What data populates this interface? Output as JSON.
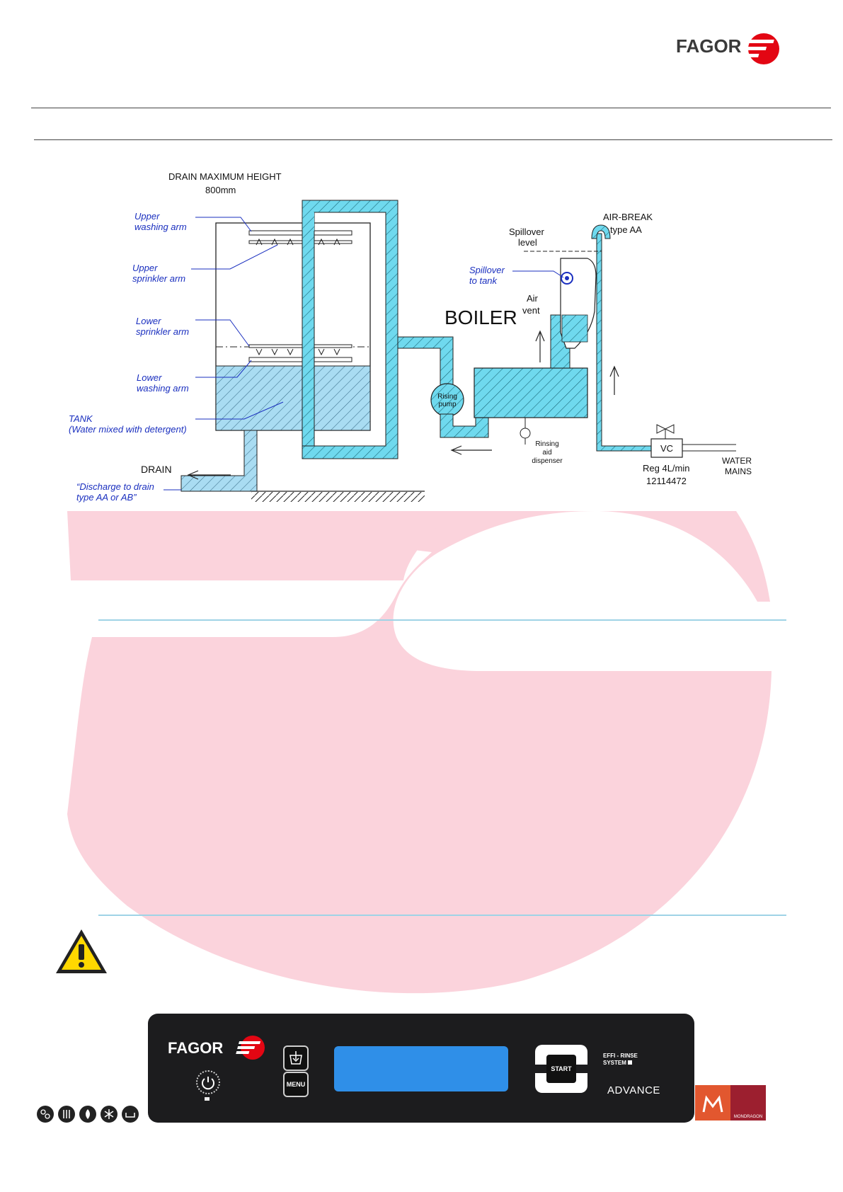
{
  "brand": {
    "name": "FAGOR",
    "red": "#e30613",
    "watermark_pink": "#fbd3dc"
  },
  "diagram": {
    "drain_max_height": [
      "DRAIN MAXIMUM HEIGHT",
      "800mm"
    ],
    "labels": {
      "upper_washing_arm": [
        "Upper",
        "washing arm"
      ],
      "upper_sprinkler_arm": [
        "Upper",
        "sprinkler arm"
      ],
      "lower_sprinkler_arm": [
        "Lower",
        "sprinkler arm"
      ],
      "lower_washing_arm": [
        "Lower",
        "washing arm"
      ],
      "tank": [
        "TANK",
        "(Water mixed with detergent)"
      ],
      "drain": "DRAIN",
      "discharge": [
        "“Discharge to drain",
        "type AA or AB”"
      ],
      "boiler": "BOILER",
      "rising_pump": [
        "Rising",
        "pump"
      ],
      "rinsing_aid": [
        "Rinsing",
        "aid",
        "dispenser"
      ],
      "spillover_level": [
        "Spillover",
        "level"
      ],
      "spillover_to_tank": [
        "Spillover",
        "to tank"
      ],
      "air_vent": [
        "Air",
        "vent"
      ],
      "air_break": [
        "AIR-BREAK",
        "type AA"
      ],
      "vc": "VC",
      "reg": [
        "Reg 4L/min",
        "12114472"
      ],
      "water_mains": [
        "WATER",
        "MAINS"
      ]
    },
    "colors": {
      "water": "#6fd9ee",
      "water_dark": "#39c2de",
      "tank_water": "#a9dcf2",
      "label_blue": "#1a2fbf",
      "line": "#222222"
    }
  },
  "panel": {
    "brand": "FAGOR",
    "menu_label": "MENU",
    "start_label": "START",
    "effi_rinse": [
      "EFFI - RINSE",
      "SYSTEM"
    ],
    "advance": "ADVANCE",
    "lcd_color": "#2f8fe8"
  },
  "footer": {
    "mondragon": "MONDRAGON",
    "mode_icons": [
      "dishwasher-icon",
      "heating-icon",
      "water-drop-icon",
      "snowflake-icon",
      "tray-icon"
    ]
  }
}
